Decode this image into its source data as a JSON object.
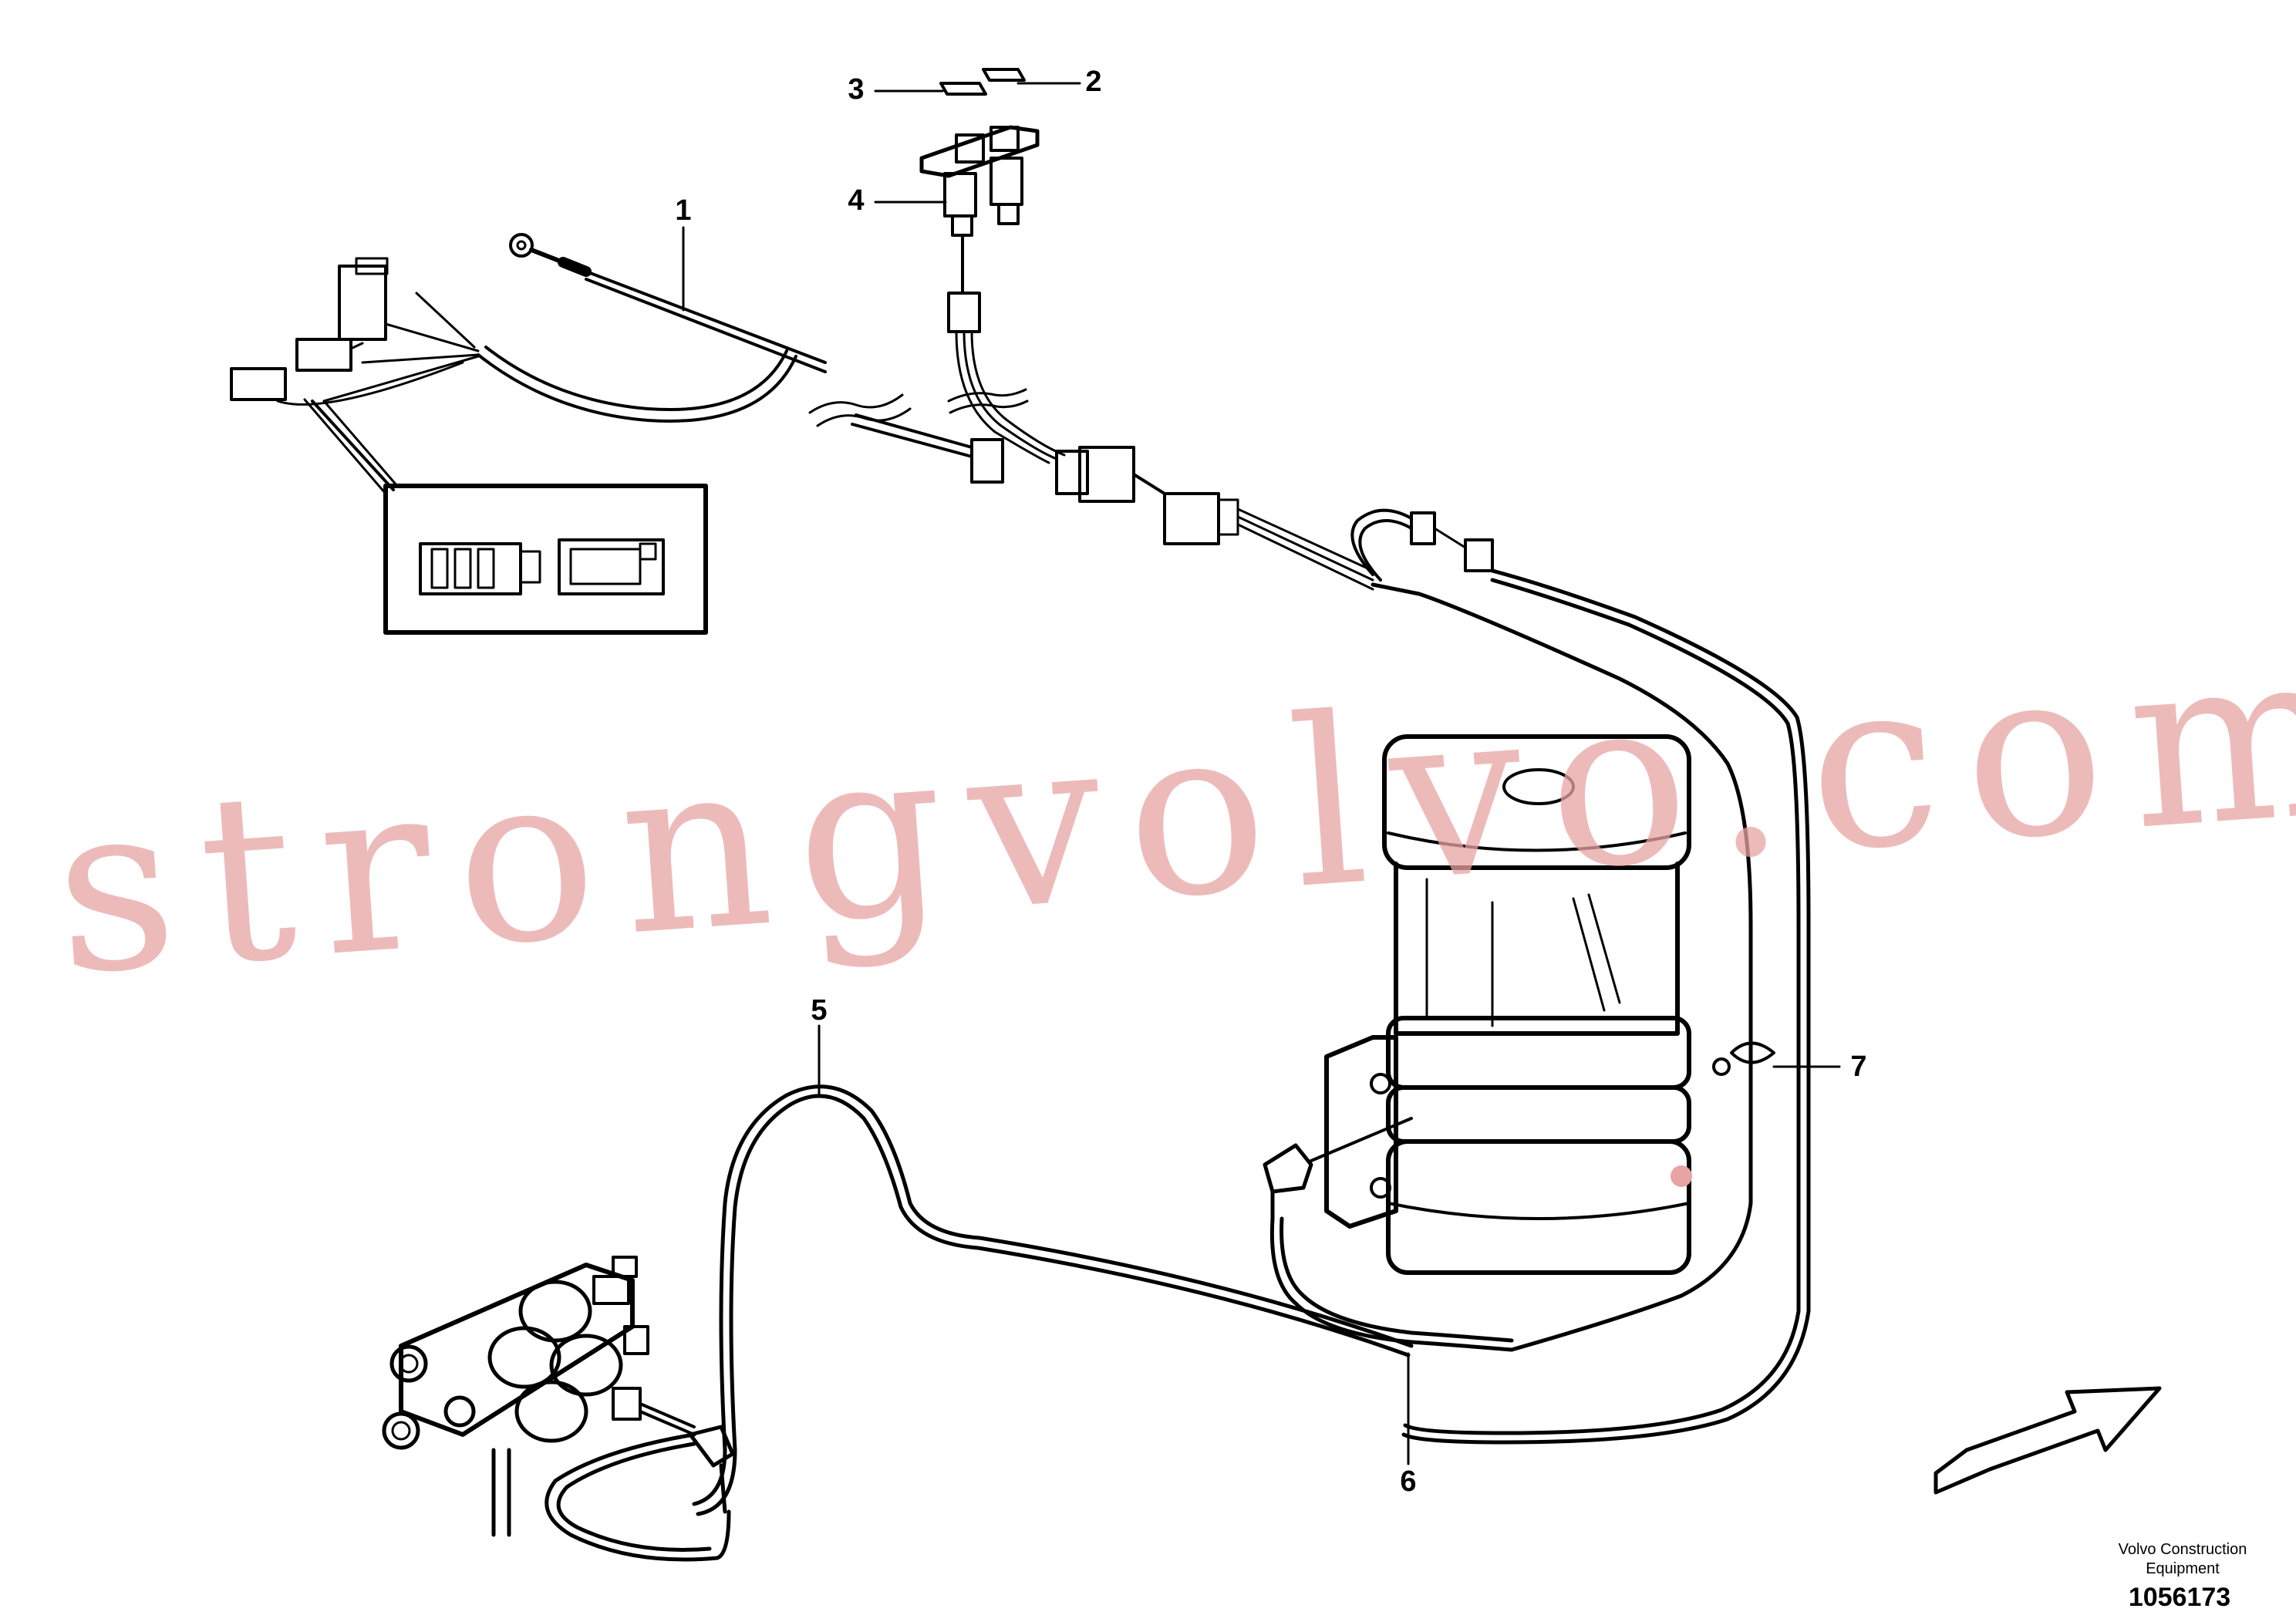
{
  "diagram": {
    "callouts": [
      {
        "id": "1",
        "label": "1"
      },
      {
        "id": "2",
        "label": "2"
      },
      {
        "id": "3",
        "label": "3"
      },
      {
        "id": "4",
        "label": "4"
      },
      {
        "id": "5",
        "label": "5"
      },
      {
        "id": "6",
        "label": "6"
      },
      {
        "id": "7",
        "label": "7"
      }
    ],
    "watermark": "strongvolvo.com",
    "footer": {
      "brand_line1": "Volvo Construction",
      "brand_line2": "Equipment",
      "drawing_number": "1056173"
    }
  }
}
